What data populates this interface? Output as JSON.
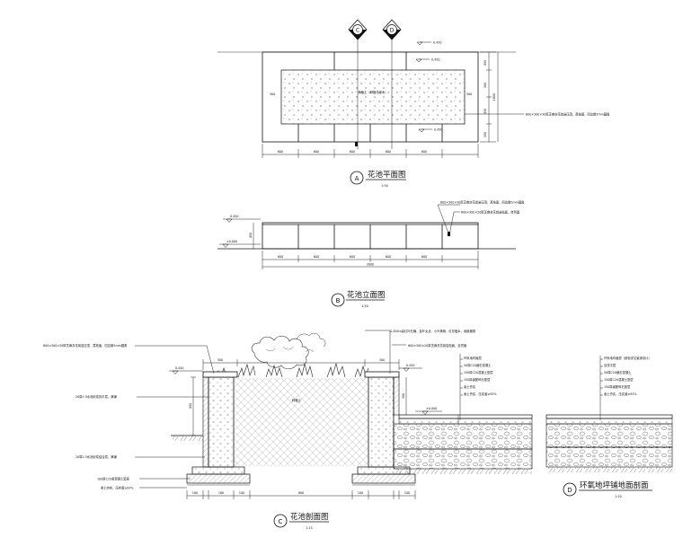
{
  "plan": {
    "title": "花池平面图",
    "scale": "1:50",
    "marker": "A",
    "section_markers": [
      "C",
      "D"
    ],
    "elev_top": "0.450",
    "elev_bottom": "0.450",
    "elev_level": "0.450",
    "note": "600×300×30厚芝麻灰花岗岩压顶，荔枝面，四边倒5mm圆角",
    "center_label": "种植土（种植花灌木）",
    "width_labels": [
      "300",
      "300"
    ],
    "height_labels": [
      "450",
      "300",
      "450",
      "300"
    ],
    "total_height": "1800",
    "bottom_dims": [
      "600",
      "600",
      "600",
      "600",
      "600"
    ]
  },
  "elevation": {
    "title": "花池立面图",
    "scale": "1:50",
    "marker": "B",
    "elev_top": "0.450",
    "elev_ground": "±0.000",
    "height_label": "450",
    "note1": "600×300×30厚芝麻灰花岗岩压顶，荔枝面，四边倒5mm圆角",
    "note2": "600×300×20厚芝麻灰花岗岩贴面，自然面",
    "bottom_dims": [
      "600",
      "600",
      "600",
      "600",
      "600"
    ],
    "total": "3000"
  },
  "section": {
    "title": "花池剖面图",
    "scale": "1:15",
    "marker": "C",
    "left_notes": [
      "600×300×30厚芝麻灰花岗岩压顶，荔枝面，四边倒5mm圆角",
      "20厚1:3水泥砂浆找平层，满铺",
      "20厚1:3水泥砂浆结合层，满铺",
      "100厚C15素混凝土垫层",
      "素土夯实，压实度≥93%"
    ],
    "top_notes": [
      "0.450m高红叶石楠、金叶女贞、小叶黄杨、红花檵木、地被植物",
      "600×300×20厚芝麻灰花岗岩贴面，自然面"
    ],
    "right_notes": [
      "环氧地坪面层",
      "50厚C20细石混凝土",
      "150厚C20混凝土垫层",
      "150厚级配碎石垫层",
      "素土夯实",
      "素土夯实，压实度≥93%"
    ],
    "elev_top": "0.450",
    "elev_right": "0.450",
    "elev_ground": "±0.000",
    "planting_label": "种植土",
    "height_labels": [
      "450",
      "300"
    ],
    "bottom_dims": [
      "100",
      "180",
      "100",
      "100",
      "100"
    ],
    "mid_dim": "800",
    "top_dims": [
      "300",
      "300"
    ]
  },
  "detail": {
    "title": "环氧地坪铺地面剖面",
    "scale": "1:20",
    "marker": "D",
    "notes": [
      "环氧地坪面层（颜色详见景观设计）",
      "自流平层",
      "50厚C20细石混凝土",
      "150厚C20混凝土垫层",
      "150厚级配碎石垫层",
      "素土夯实，压实度≥93%"
    ]
  }
}
